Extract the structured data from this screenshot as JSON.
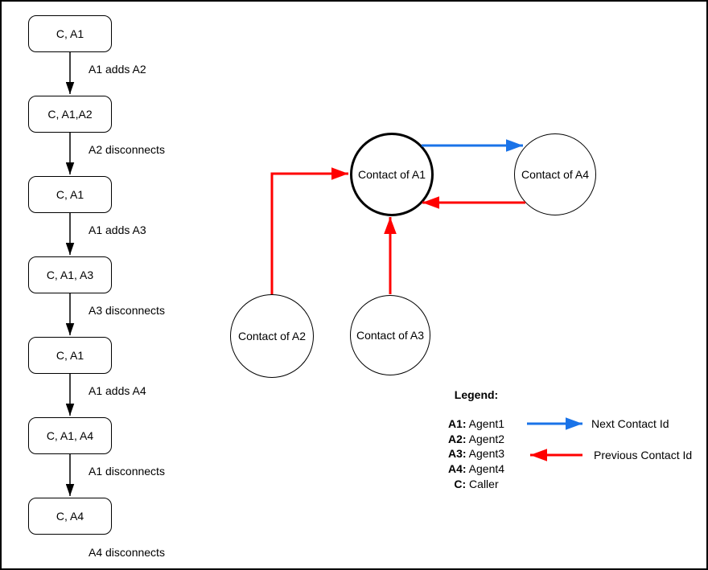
{
  "colors": {
    "next_arrow": "#1A73E8",
    "previous_arrow": "#FF0000",
    "shape_stroke": "#000000",
    "background": "#FFFFFF"
  },
  "flowchart": {
    "nodes": [
      {
        "label": "C, A1"
      },
      {
        "label": "C, A1,A2"
      },
      {
        "label": "C, A1"
      },
      {
        "label": "C, A1, A3"
      },
      {
        "label": "C, A1"
      },
      {
        "label": "C, A1, A4"
      },
      {
        "label": "C, A4"
      }
    ],
    "edges": [
      {
        "label": "A1 adds A2"
      },
      {
        "label": "A2 disconnects"
      },
      {
        "label": "A1 adds A3"
      },
      {
        "label": "A3 disconnects"
      },
      {
        "label": "A1 adds A4"
      },
      {
        "label": "A1 disconnects"
      },
      {
        "label": "A4 disconnects"
      }
    ]
  },
  "graph": {
    "nodes": [
      {
        "id": "contact-a1",
        "label": "Contact of A1",
        "emphasized": true
      },
      {
        "id": "contact-a4",
        "label": "Contact of A4",
        "emphasized": false
      },
      {
        "id": "contact-a2",
        "label": "Contact of A2",
        "emphasized": false
      },
      {
        "id": "contact-a3",
        "label": "Contact of A3",
        "emphasized": false
      }
    ],
    "edges": [
      {
        "from": "contact-a1",
        "to": "contact-a4",
        "type": "next"
      },
      {
        "from": "contact-a4",
        "to": "contact-a1",
        "type": "previous"
      },
      {
        "from": "contact-a2",
        "to": "contact-a1",
        "type": "previous"
      },
      {
        "from": "contact-a3",
        "to": "contact-a1",
        "type": "previous"
      }
    ]
  },
  "legend": {
    "title": "Legend:",
    "items": [
      {
        "key": "A1:",
        "value": "Agent1"
      },
      {
        "key": "A2:",
        "value": "Agent2"
      },
      {
        "key": "A3:",
        "value": "Agent3"
      },
      {
        "key": "A4:",
        "value": "Agent4"
      },
      {
        "key": "C:",
        "value": "Caller"
      }
    ],
    "arrows": [
      {
        "type": "next",
        "label": "Next Contact Id"
      },
      {
        "type": "previous",
        "label": "Previous Contact Id"
      }
    ]
  }
}
